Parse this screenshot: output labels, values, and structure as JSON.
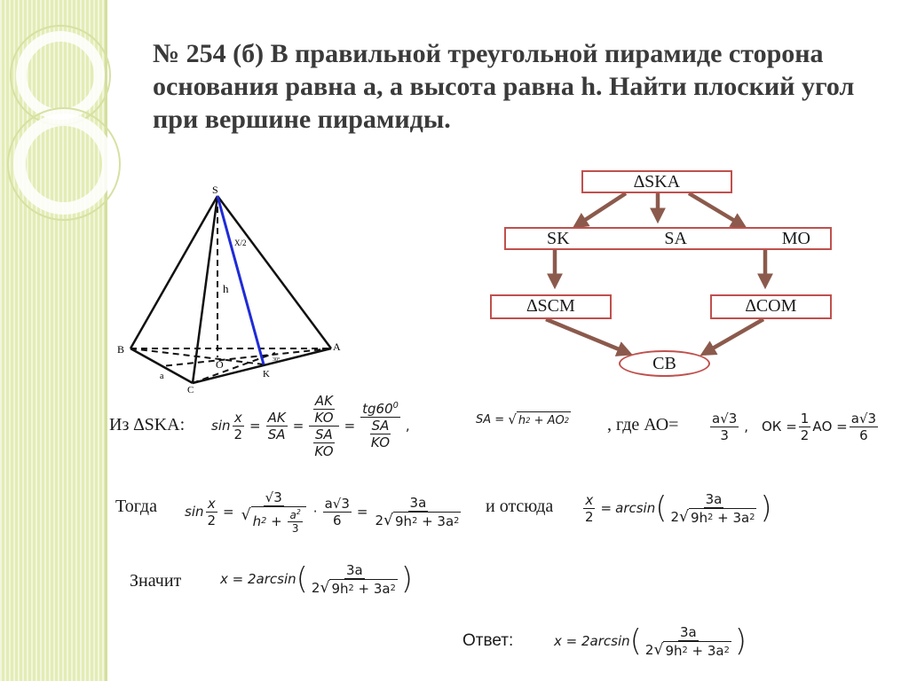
{
  "title": {
    "line1": "№ 254   (б) В правильной треугольной пирамиде сторона",
    "line2": "основания равна а, а высота равна h. Найти плоский угол",
    "line3": "при вершине пирамиды."
  },
  "diagram": {
    "vertex_s": "S",
    "vertex_a": "A",
    "vertex_b": "B",
    "vertex_c": "C",
    "center_o": "O",
    "point_k": "K",
    "label_h": "h",
    "label_a": "a",
    "label_x2": "X/2",
    "label_angle": "30°"
  },
  "flow": {
    "top": "∆SKA",
    "row_sk": "SK",
    "row_sa": "SA",
    "row_mo": "MO",
    "left": "∆SCM",
    "right": "∆COM",
    "bottom": "CB"
  },
  "solution": {
    "from_label": "Из ∆SKA:",
    "sin": "sin",
    "x": "x",
    "two": "2",
    "ak": "AK",
    "sa": "SA",
    "ko": "KO",
    "tg60": "tg60",
    "deg": "0",
    "comma": ",",
    "sa_eq": "SA =",
    "h2": "h",
    "ao2": "AO",
    "plus": "+",
    "sq": "2",
    "where": ", где  АО=",
    "a_sqrt3": "a√3",
    "three": "3",
    "ok": "ОК =",
    "one": "1",
    "ao_tail": "АО =",
    "six": "6",
    "then_label": "Тогда",
    "h_term": "h",
    "a2": "a",
    "three_a": "3a",
    "two_sqrt": "2",
    "nine_h2": "9h",
    "three_a2": "+ 3a",
    "mult": "·",
    "hence_label": "и отсюда",
    "arcsin": "arcsin",
    "means_label": "Значит",
    "x_eq": "x = 2arcsin",
    "answer_label": "Ответ:"
  }
}
